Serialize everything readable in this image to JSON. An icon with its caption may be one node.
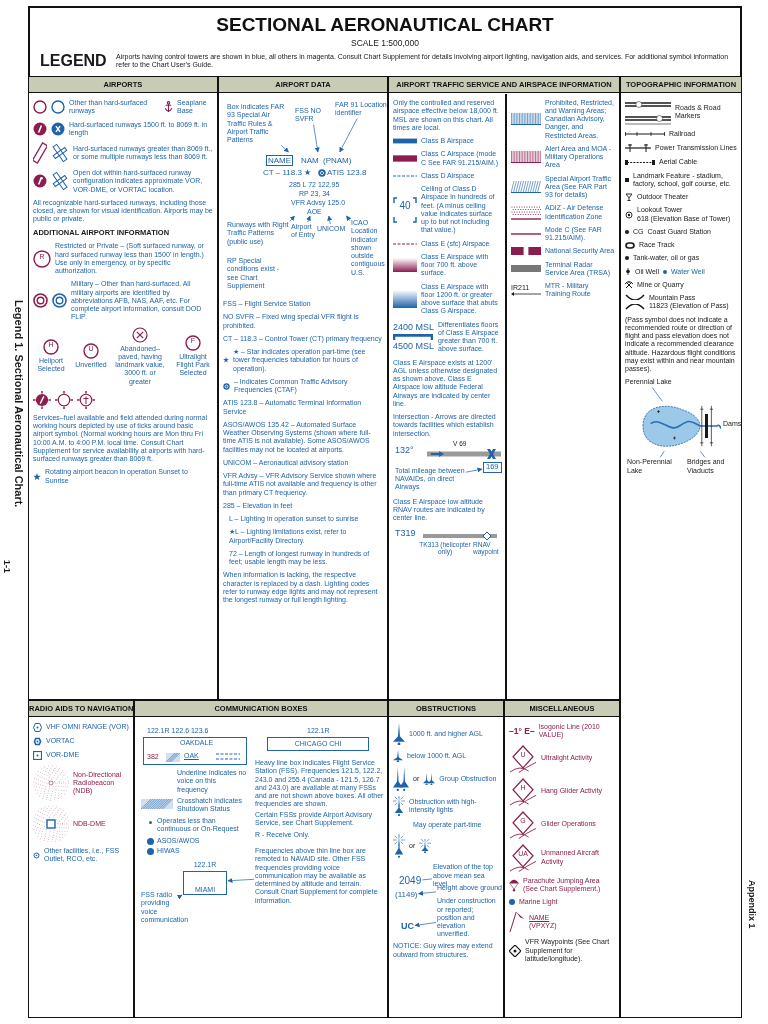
{
  "diagram": {
    "title": "SECTIONAL AERONAUTICAL CHART",
    "nodes": [
      {
        "text": [
          "AIRPORTS",
          "Other than hard-surfaced runways",
          "Seaplane Base",
          "Hard-surfaced runways 1500 ft. to 8069 ft. in length",
          "Hard-surfaced runways greater than 8069 ft., or some multiple runways less than 8069 ft.",
          "Open dot within hard-surfaced runway configuration indicates approximate VOR, VOR-DME, or VORTAC location.",
          "All recognizable hard-surfaced runways, including those closed, are shown for visual identification. Airports may be public or private.",
          "ADDITIONAL AIRPORT INFORMATION",
          "R",
          "Restricted or Private – (Soft surfaced runway, or hard surfaced runway less than 1500' in length.) Use only in emergency, or by specific authorization.",
          "Military – Other than hard-surfaced. All military airports are identified by abbreviations AFB, NAS, AAF, etc. For complete airport information, consult DOD FLIP.",
          "H",
          "U",
          "F",
          "Heliport Selected",
          "Unverified",
          "Abandoned–paved, having landmark value, 3000 ft. or greater",
          "Ultralight Flight Park Selected",
          "Services–fuel available and field attended during normal working hours depicted by use of ticks around basic airport symbol. (Normal working hours are Mon thru Fri 10:00 A.M. to 4:00 P.M. local time. Consult Chart Supplement for service availability at airports with hard-surfaced runways greater than 8069 ft.",
          "Rotating airport beacon in operation Sunset to Sunrise"
        ]
      },
      {
        "text": [
          "AIRPORT DATA",
          "FSS – Flight Service Station",
          "NO SVFR – Fixed wing special VFR flight is prohibited.",
          "CT – 118.3 – Control Tower (CT) primary frequency",
          "★ – Star indicates operation part-time (see tower frequencies tabulation for hours of operation).",
          "– Indicates Common Traffic Advisory Frequencies (CTAF)",
          "ATIS 123.8 – Automatic Terminal Information Service",
          "ASOS/AWOS 135.42 – Automated Surface Weather Observing Systems (shown where full-time ATIS is not available). Some ASOS/AWOS facilities may not be located at airports.",
          "UNICOM – Aeronautical advisory station",
          "VFR Advsy – VFR Advisory Service shown where full-time ATIS not available and frequency is other than primary CT frequency.",
          "285 – Elevation in feet",
          "L – Lighting in operation sunset to sunrise",
          "★L – Lighting limitations exist, refer to Airport/Facility Directory.",
          "72 – Length of longest runway in hundreds of feet; usable length may be less.",
          "When information is lacking, the respective character is replaced by a dash. Lighting codes refer to runway edge lights and may not represent the longest runway or full length lighting."
        ]
      },
      {
        "text": [
          "NAME",
          "NAM",
          "(PNAM)",
          "CT – 118.3 ★",
          "ATIS 123.8",
          "285 L 72 122.95",
          "RP 23, 34",
          "VFR Advsy 125.0",
          "AOE"
        ],
        "in": 1
      },
      {
        "text": [
          "Box indicates FAR 93 Special Air Traffic Rules & Airport Traffic Patterns"
        ],
        "in": 1
      },
      {
        "text": [
          "FSS NO SVFR"
        ],
        "in": 1
      },
      {
        "text": [
          "FAR 91 Location identifier"
        ],
        "in": 1
      },
      {
        "text": [
          "ICAO Location indicator shown outside contiguous U.S."
        ],
        "in": 1
      },
      {
        "text": [
          "Runways with Right Traffic Patterns (public use)",
          "RP Special conditions exist - see Chart Supplement"
        ],
        "in": 1
      },
      {
        "text": [
          "UNICOM"
        ],
        "in": 1
      },
      {
        "text": [
          "Airport of Entry"
        ],
        "in": 1
      },
      {
        "text": [
          "AIRPORT TRAFFIC SERVICE AND AIRSPACE INFORMATION",
          "Only the controlled and reserved airspace effective below 18,000 ft. MSL are shown on this chart. All times are local.",
          "Class B Airspace",
          "Class C Airspace (mode C See FAR 91.215/AIM.)",
          "Class D Airspace",
          "40",
          "Ceiling of Class D Airspace in hundreds of feet. (A minus ceiling value indicates surface up to but not including that value.)",
          "Class E (sfc) Airspace",
          "Class E Airspace with floor 700 ft. above surface.",
          "Class E Airspace with floor 1200 ft. or greater above surface that abuts Class G Airspace.",
          "2400 MSL",
          "4500 MSL",
          "Differentiates floors of Class E Airspace greater than 700 ft. above surface.",
          "Class E Airspace exists at 1200' AGL unless otherwise designated as shown above. Class E Airspace low altitude Federal Airways are indicated by center line.",
          "Intersection - Arrows are directed towards facilities which establish intersection.",
          "132°",
          "V 69",
          "Class E Airspace low altitude RNAV routes are indicated by center line.",
          "T319",
          "TK313 (helicopter only)",
          "RNAV waypoint",
          "Prohibited, Restricted, and Warning Areas; Canadian Advisory, Danger, and Restricted Areas.",
          "Alert Area and MOA - Military Operations Area",
          "Special Airport Traffic Area (See FAR Part 93 for details)",
          "ADIZ - Air Defense Identification Zone",
          "Mode C (See FAR 91.215/AIM).",
          "National Security Area",
          "Terminal Radar Service Area (TRSA)",
          "IR211",
          "MTR - Military Training Route"
        ]
      },
      {
        "text": [
          "Total mileage between NAVAIDs, on direct Airways"
        ],
        "in": 10
      },
      {
        "text": [
          "169"
        ],
        "in": 10
      },
      {
        "text": [
          "TOPOGRAPHIC INFORMATION",
          "Roads & Road Markers",
          "Railroad",
          "Power Transmission Lines",
          "Aerial Cable",
          "Landmark Feature - stadium, factory, school, golf course, etc.",
          "Outdoor Theater",
          "Lookout Tower",
          "618 (Elevation Base of Tower)",
          "CG",
          "Coast Guard Station",
          "Race Track",
          "Tank-water, oil or gas",
          "Oil Well",
          "Water Well",
          "Mine or Quarry",
          "Mountain Pass",
          "11823 (Elevation of Pass)",
          "(Pass symbol does not indicate a recommended route or direction of flight and pass elevation does not indicate a recommended clearance altitude. Hazardous flight conditions may exist within and near mountain passes)."
        ]
      },
      {
        "text": [],
        "shape": "picture",
        "in": 13
      },
      {
        "text": [
          "Perennial Lake"
        ],
        "in": 13
      },
      {
        "text": [
          "Dams"
        ],
        "in": 13
      },
      {
        "text": [
          "Non-Perennial Lake"
        ],
        "in": 13
      },
      {
        "text": [
          "Bridges and Viaducts"
        ],
        "in": 13
      },
      {
        "text": [
          "MISCELLANEOUS",
          "–1° E–",
          "Isogonic Line (2010 VALUE)",
          "U",
          "Ultralight Activity",
          "H",
          "Hang Glider Activity",
          "G",
          "Glider Operations",
          "UA",
          "Unmanned Aircraft Activity",
          "Parachute Jumping Area (See Chart Supplement.)",
          "Marine Light",
          "NAME",
          "(VPXYZ)",
          "VFR Waypoints (See Chart Supplement for latitude/longitude)."
        ]
      },
      {
        "text": [
          "RADIO AIDS TO NAVIGATION",
          "VHF OMNI RANGE (VOR)",
          "VORTAC",
          "VOR-DME",
          "Non-Directional Radiobeacon (NDB)",
          "NDB-DME",
          "Other facilities, i.e., FSS Outlet, RCO, etc."
        ]
      },
      {
        "text": [
          "COMMUNICATION BOXES",
          "122.1R 122.6 123.6",
          "Underline indicates no voice on this frequency",
          "Crosshatch indicates Shutdown Status",
          "Operates less than continuous or On-Request",
          "ASOS/AWOS",
          "HIWAS",
          "122.1R",
          "Heavy line box indicates Flight Service Station (FSS). Frequencies 121.5, 122.2, 243.0 and 255.4 (Canada - 121.5, 126.7 and 243.0) are available at many FSSs and are not shown above boxes. All other frequencies are shown.",
          "Certain FSSs provide Airport Advisory Service, see Chart Supplement.",
          "R - Receive Only."
        ]
      },
      {
        "text": [
          "OAKDALE",
          "382",
          "OAK"
        ],
        "in": 21
      },
      {
        "text": [
          "CHICAGO CHI"
        ],
        "in": 21
      },
      {
        "text": [
          "122.1R",
          "MIAMI"
        ],
        "in": 21
      },
      {
        "text": [
          "Frequencies above thin line box are remoted to NAVAID site. Other FSS frequencies providing voice communication may be available as determined by altitude and terrain. Consult Chart Supplement for complete information."
        ],
        "in": 21
      },
      {
        "text": [
          "FSS radio providing voice communication"
        ],
        "in": 21
      },
      {
        "text": [
          "OBSTRUCTIONS",
          "1000 ft. and higher AGL",
          "below 1000 ft. AGL",
          "or",
          "Group Obstruction",
          "Obstruction with high-intensity lights",
          "May operate part-time",
          "or",
          "NOTICE: Guy wires may extend outward from structures."
        ]
      },
      {
        "text": [
          "Elevation of the top above mean sea level"
        ],
        "in": 27
      },
      {
        "text": [
          "2049"
        ],
        "in": 27
      },
      {
        "text": [
          "Height above ground"
        ],
        "in": 27
      },
      {
        "text": [
          "(1149)"
        ],
        "in": 27
      },
      {
        "text": [
          "Under construction or reported; position and elevation unverified."
        ],
        "in": 27
      },
      {
        "text": [
          "UC"
        ],
        "in": 27
      }
    ],
    "edges": [
      {
        "from": 3,
        "to": 2,
        "arrow": "to"
      },
      {
        "from": 4,
        "to": 2,
        "arrow": "to"
      },
      {
        "from": 5,
        "to": 2,
        "arrow": "to"
      },
      {
        "from": 6,
        "to": 2,
        "arrow": "to"
      },
      {
        "from": 7,
        "to": 2,
        "arrow": "to"
      },
      {
        "from": 8,
        "to": 2,
        "arrow": "to"
      },
      {
        "from": 9,
        "to": 2,
        "arrow": "to"
      },
      {
        "from": 11,
        "to": 12,
        "arrow": "to"
      },
      {
        "from": 15,
        "to": 14,
        "arrow": "none"
      },
      {
        "from": 16,
        "to": 14,
        "arrow": "none"
      },
      {
        "from": 17,
        "to": 14,
        "arrow": "none"
      },
      {
        "from": 18,
        "to": 14,
        "arrow": "none"
      },
      {
        "from": 25,
        "to": 24,
        "arrow": "to"
      },
      {
        "from": 26,
        "to": 24,
        "arrow": "to"
      },
      {
        "from": 28,
        "to": 29,
        "arrow": "none"
      },
      {
        "from": 30,
        "to": 31,
        "arrow": "to"
      },
      {
        "from": 32,
        "to": 33,
        "arrow": "to"
      }
    ],
    "labels": [
      "SCALE 1:500,000",
      "LEGEND",
      "Airports having control towers are shown in blue, all others in magenta. Consult Chart Supplement for details involving airport lighting, navigation aids, and services. For additional symbol information refer to the Chart User's Guide.",
      "Legend 1. Sectional Aeronautical Chart.",
      "1-1",
      "Appendix 1"
    ]
  }
}
